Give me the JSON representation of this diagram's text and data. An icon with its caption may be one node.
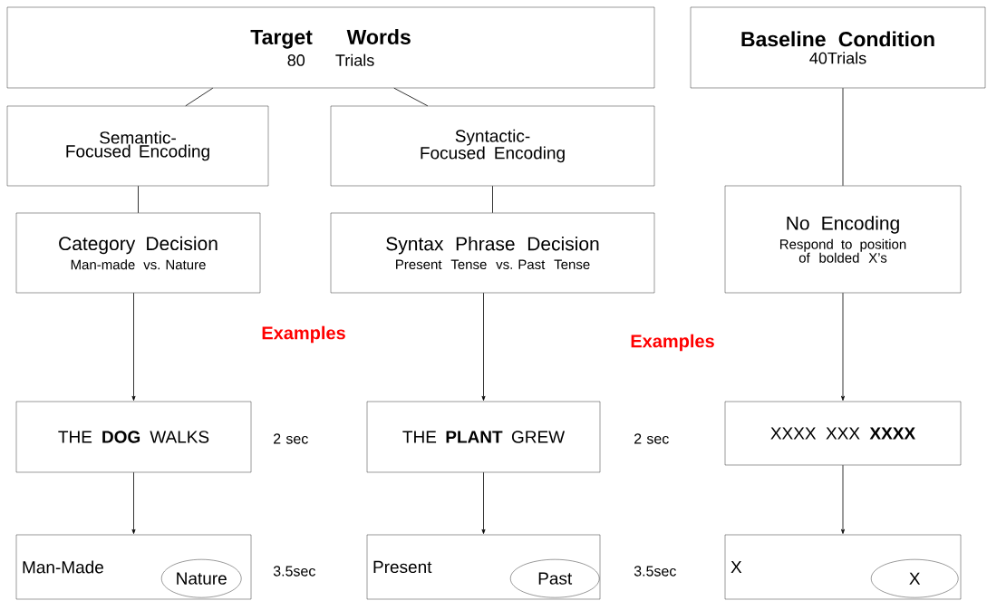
{
  "diagram": {
    "nodes": [
      {
        "text": [
          "Target Words",
          "80 Trials"
        ]
      },
      {
        "text": [
          "Baseline Condition",
          "40Trials"
        ]
      },
      {
        "text": [
          "Semantic-Focused Encoding"
        ]
      },
      {
        "text": [
          "Syntactic-Focused Encoding"
        ]
      },
      {
        "text": [
          "Category Decision",
          "Man-made vs. Nature"
        ]
      },
      {
        "text": [
          "Syntax Phrase Decision",
          "Present Tense vs. Past Tense"
        ]
      },
      {
        "text": [
          "No Encoding",
          "Respond to position of bolded X’s"
        ]
      },
      {
        "text": [
          "THE **DOG** WALKS"
        ],
        "beside": [
          "2 sec"
        ]
      },
      {
        "text": [
          "THE **PLANT** GREW"
        ],
        "beside": [
          "2 sec"
        ]
      },
      {
        "text": [
          "XXXX XXX **XXXX**"
        ]
      },
      {
        "text": [
          "Man-Made"
        ],
        "beside": [
          "3.5sec"
        ]
      },
      {
        "text": [
          "Nature"
        ],
        "in": 10
      },
      {
        "text": [
          "Present"
        ],
        "beside": [
          "3.5sec"
        ]
      },
      {
        "text": [
          "Past"
        ],
        "in": 12
      },
      {
        "text": [
          "X"
        ]
      },
      {
        "text": [
          "X"
        ],
        "in": 14
      }
    ],
    "edges": [
      {
        "from": 0,
        "to": 2,
        "arrow": "none"
      },
      {
        "from": 0,
        "to": 3,
        "arrow": "none"
      },
      {
        "from": 1,
        "to": 6,
        "arrow": "none"
      },
      {
        "from": 2,
        "to": 4,
        "arrow": "none"
      },
      {
        "from": 3,
        "to": 5,
        "arrow": "none"
      },
      {
        "from": 4,
        "to": 7,
        "arrow": "to"
      },
      {
        "from": 5,
        "to": 8,
        "arrow": "to"
      },
      {
        "from": 6,
        "to": 9,
        "arrow": "to"
      },
      {
        "from": 7,
        "to": 10,
        "arrow": "to"
      },
      {
        "from": 8,
        "to": 12,
        "arrow": "to"
      },
      {
        "from": 9,
        "to": 14,
        "arrow": "to"
      }
    ],
    "labels": [
      "Examples",
      "Examples"
    ]
  }
}
